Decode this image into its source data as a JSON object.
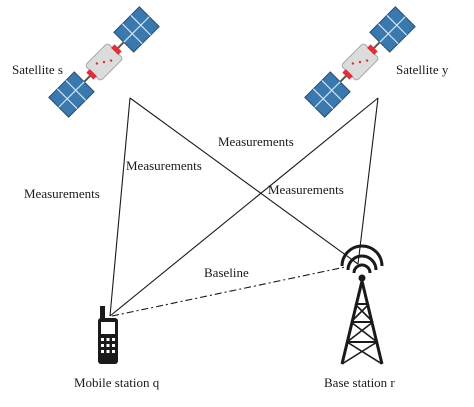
{
  "nodes": {
    "satellite_s": {
      "label": "Satellite s",
      "icon": "satellite-icon"
    },
    "satellite_y": {
      "label": "Satellite y",
      "icon": "satellite-icon"
    },
    "mobile_station_q": {
      "label": "Mobile station q",
      "icon": "mobile-phone-icon"
    },
    "base_station_r": {
      "label": "Base station r",
      "icon": "radio-tower-icon"
    }
  },
  "edges": {
    "s_to_q": "Measurements",
    "s_to_r": "Measurements",
    "y_to_q": "Measurements",
    "y_to_r": "Measurements",
    "baseline": "Baseline"
  },
  "colors": {
    "panel": "#3a78ad",
    "panel_grid": "#d7e6f2",
    "body": "#dcdcdc",
    "accent_red": "#d8323a",
    "line": "#1a1a1a"
  }
}
